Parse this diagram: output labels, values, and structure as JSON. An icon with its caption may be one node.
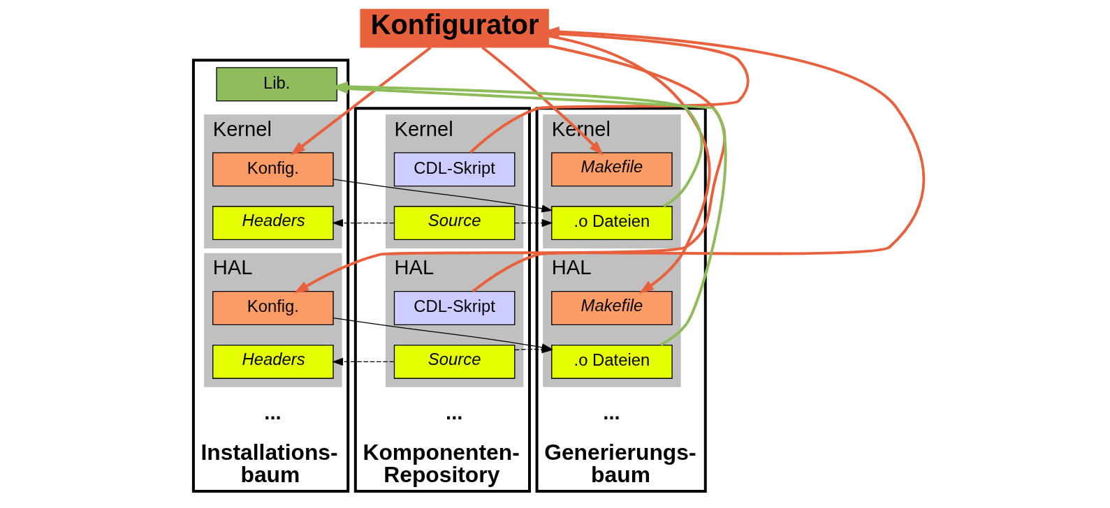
{
  "diagram": {
    "nodes": [
      {
        "text": [
          "Konfigurator"
        ]
      },
      {
        "text": [
          "Komponenten- Repository"
        ]
      },
      {
        "text": [
          "Kernel"
        ],
        "in": 1
      },
      {
        "text": [
          "CDL-Skript"
        ],
        "in": 2
      },
      {
        "text": [
          "Source"
        ],
        "in": 2
      },
      {
        "text": [
          "HAL"
        ],
        "in": 1
      },
      {
        "text": [
          "CDL-Skript"
        ],
        "in": 5
      },
      {
        "text": [
          "Source"
        ],
        "in": 5
      },
      {
        "text": [
          "Generierungs- baum"
        ]
      },
      {
        "text": [
          "Kernel"
        ],
        "in": 8
      },
      {
        "text": [
          "Makefile"
        ],
        "in": 9
      },
      {
        "text": [
          ".o Dateien"
        ],
        "in": 9
      },
      {
        "text": [
          "HAL"
        ],
        "in": 8
      },
      {
        "text": [
          "Makefile"
        ],
        "in": 12
      },
      {
        "text": [
          ".o Dateien"
        ],
        "in": 12
      },
      {
        "text": [
          "Installations- baum"
        ]
      },
      {
        "text": [
          "Lib."
        ],
        "in": 15
      },
      {
        "text": [
          "Kernel"
        ],
        "in": 15
      },
      {
        "text": [
          "Konfig."
        ],
        "in": 17
      },
      {
        "text": [
          "Headers"
        ],
        "in": 17
      },
      {
        "text": [
          "HAL"
        ],
        "in": 15
      },
      {
        "text": [
          "Konfig."
        ],
        "in": 20
      },
      {
        "text": [
          "Headers"
        ],
        "in": 20
      }
    ],
    "edges": [
      {
        "from": 3,
        "to": 0,
        "arrow": "to"
      },
      {
        "from": 6,
        "to": 0,
        "arrow": "to"
      },
      {
        "from": 0,
        "to": 10,
        "arrow": "to"
      },
      {
        "from": 0,
        "to": 13,
        "arrow": "to"
      },
      {
        "from": 0,
        "to": 18,
        "arrow": "to"
      },
      {
        "from": 0,
        "to": 21,
        "arrow": "to"
      },
      {
        "from": 4,
        "to": 11,
        "arrow": "to",
        "style": "dashed",
        "color": "#000000"
      },
      {
        "from": 4,
        "to": 19,
        "arrow": "to",
        "style": "dashed",
        "color": "#000000"
      },
      {
        "from": 7,
        "to": 14,
        "arrow": "to",
        "style": "dashed",
        "color": "#000000"
      },
      {
        "from": 7,
        "to": 22,
        "arrow": "to",
        "style": "dashed",
        "color": "#000000"
      },
      {
        "from": 18,
        "to": 11,
        "arrow": "to",
        "color": "#000000"
      },
      {
        "from": 21,
        "to": 14,
        "arrow": "to",
        "color": "#000000"
      },
      {
        "from": 11,
        "to": 16,
        "arrow": "to",
        "color": "#8fbc5a"
      },
      {
        "from": 14,
        "to": 16,
        "arrow": "to",
        "color": "#8fbc5a"
      }
    ],
    "labels": [
      "...",
      "...",
      "..."
    ]
  }
}
